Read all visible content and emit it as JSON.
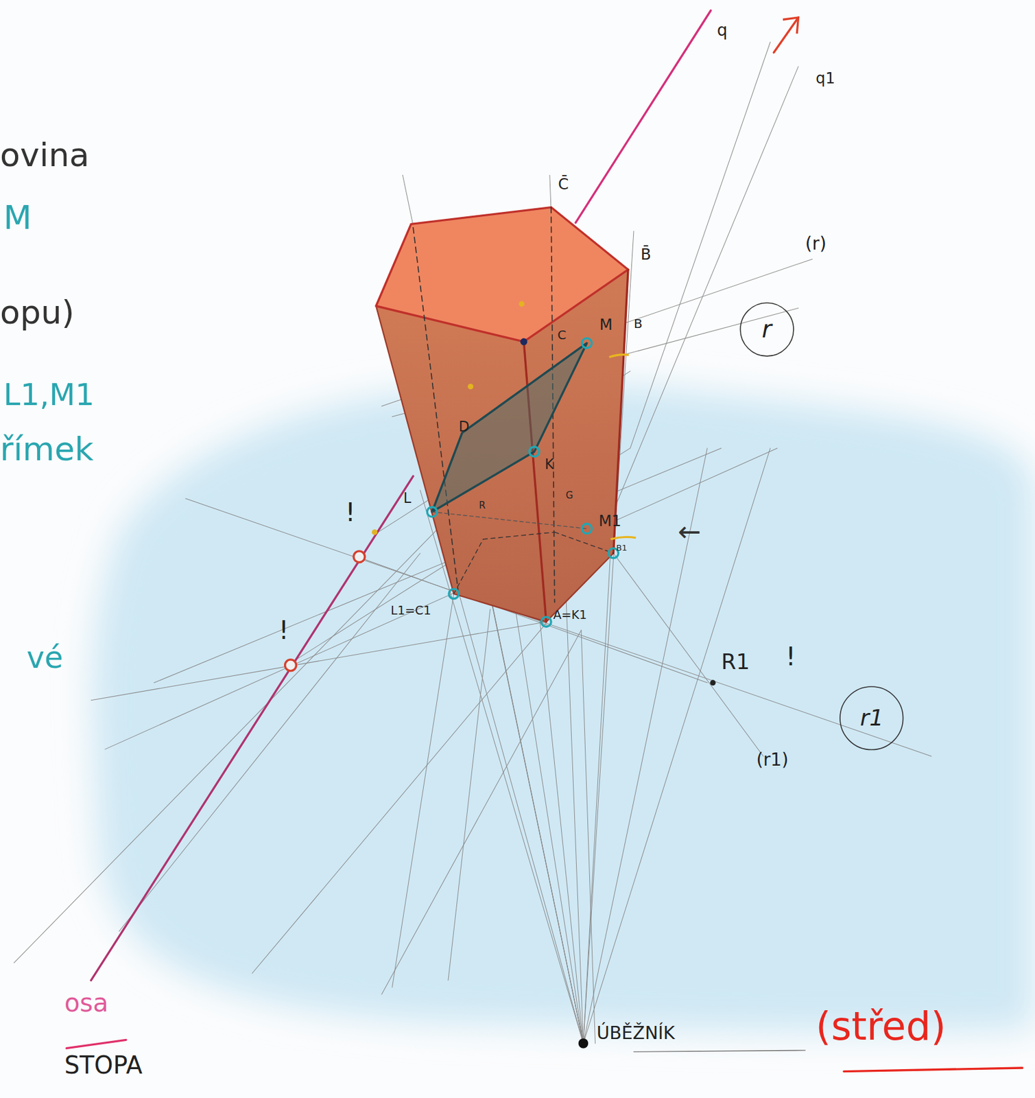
{
  "diagram": {
    "nodes": [
      {
        "text": [
          "r"
        ]
      },
      {
        "text": [
          "r1"
        ]
      }
    ],
    "labels": [
      "ovina",
      "M",
      "opu)",
      "L1,M1",
      "římek",
      "vé",
      "q",
      "q1",
      "C̄",
      "B̄",
      "(r)",
      "M",
      "B",
      "C",
      "D",
      "K",
      "L",
      "R",
      "G",
      "M1",
      "B1",
      "!",
      "!",
      "L1=C1",
      "A=K1",
      "R1",
      "!",
      "(r1)",
      "←",
      "osa",
      "STOPA",
      "ÚBĚŽNÍK",
      "(střed)"
    ]
  }
}
